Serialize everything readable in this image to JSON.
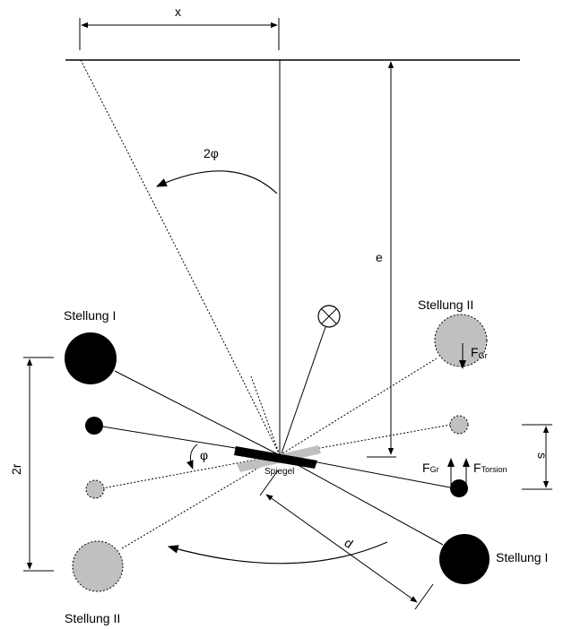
{
  "title": "Cavendish torsion balance – mirror deflection schematic",
  "colors": {
    "line": "#000000",
    "mass_position_I": "#000000",
    "mass_position_II": "#c0c0c0",
    "background": "#ffffff"
  },
  "labels": {
    "x": "x",
    "two_phi": "2φ",
    "e": "e",
    "phi": "φ",
    "two_r": "2r",
    "s": "s",
    "d": "d",
    "mirror": "Spiegel",
    "position_I_top_left": "Stellung I",
    "position_II_top_right": "Stellung II",
    "position_II_bottom_left": "Stellung II",
    "position_I_bottom_right": "Stellung I",
    "force_gravity_top": {
      "main": "F",
      "sub": "Gr"
    },
    "force_gravity_bottom": {
      "main": "F",
      "sub": "Gr"
    },
    "force_torsion": {
      "main": "F",
      "sub": "Torsion"
    }
  },
  "icons": {
    "light_source": "circle-x-icon"
  }
}
